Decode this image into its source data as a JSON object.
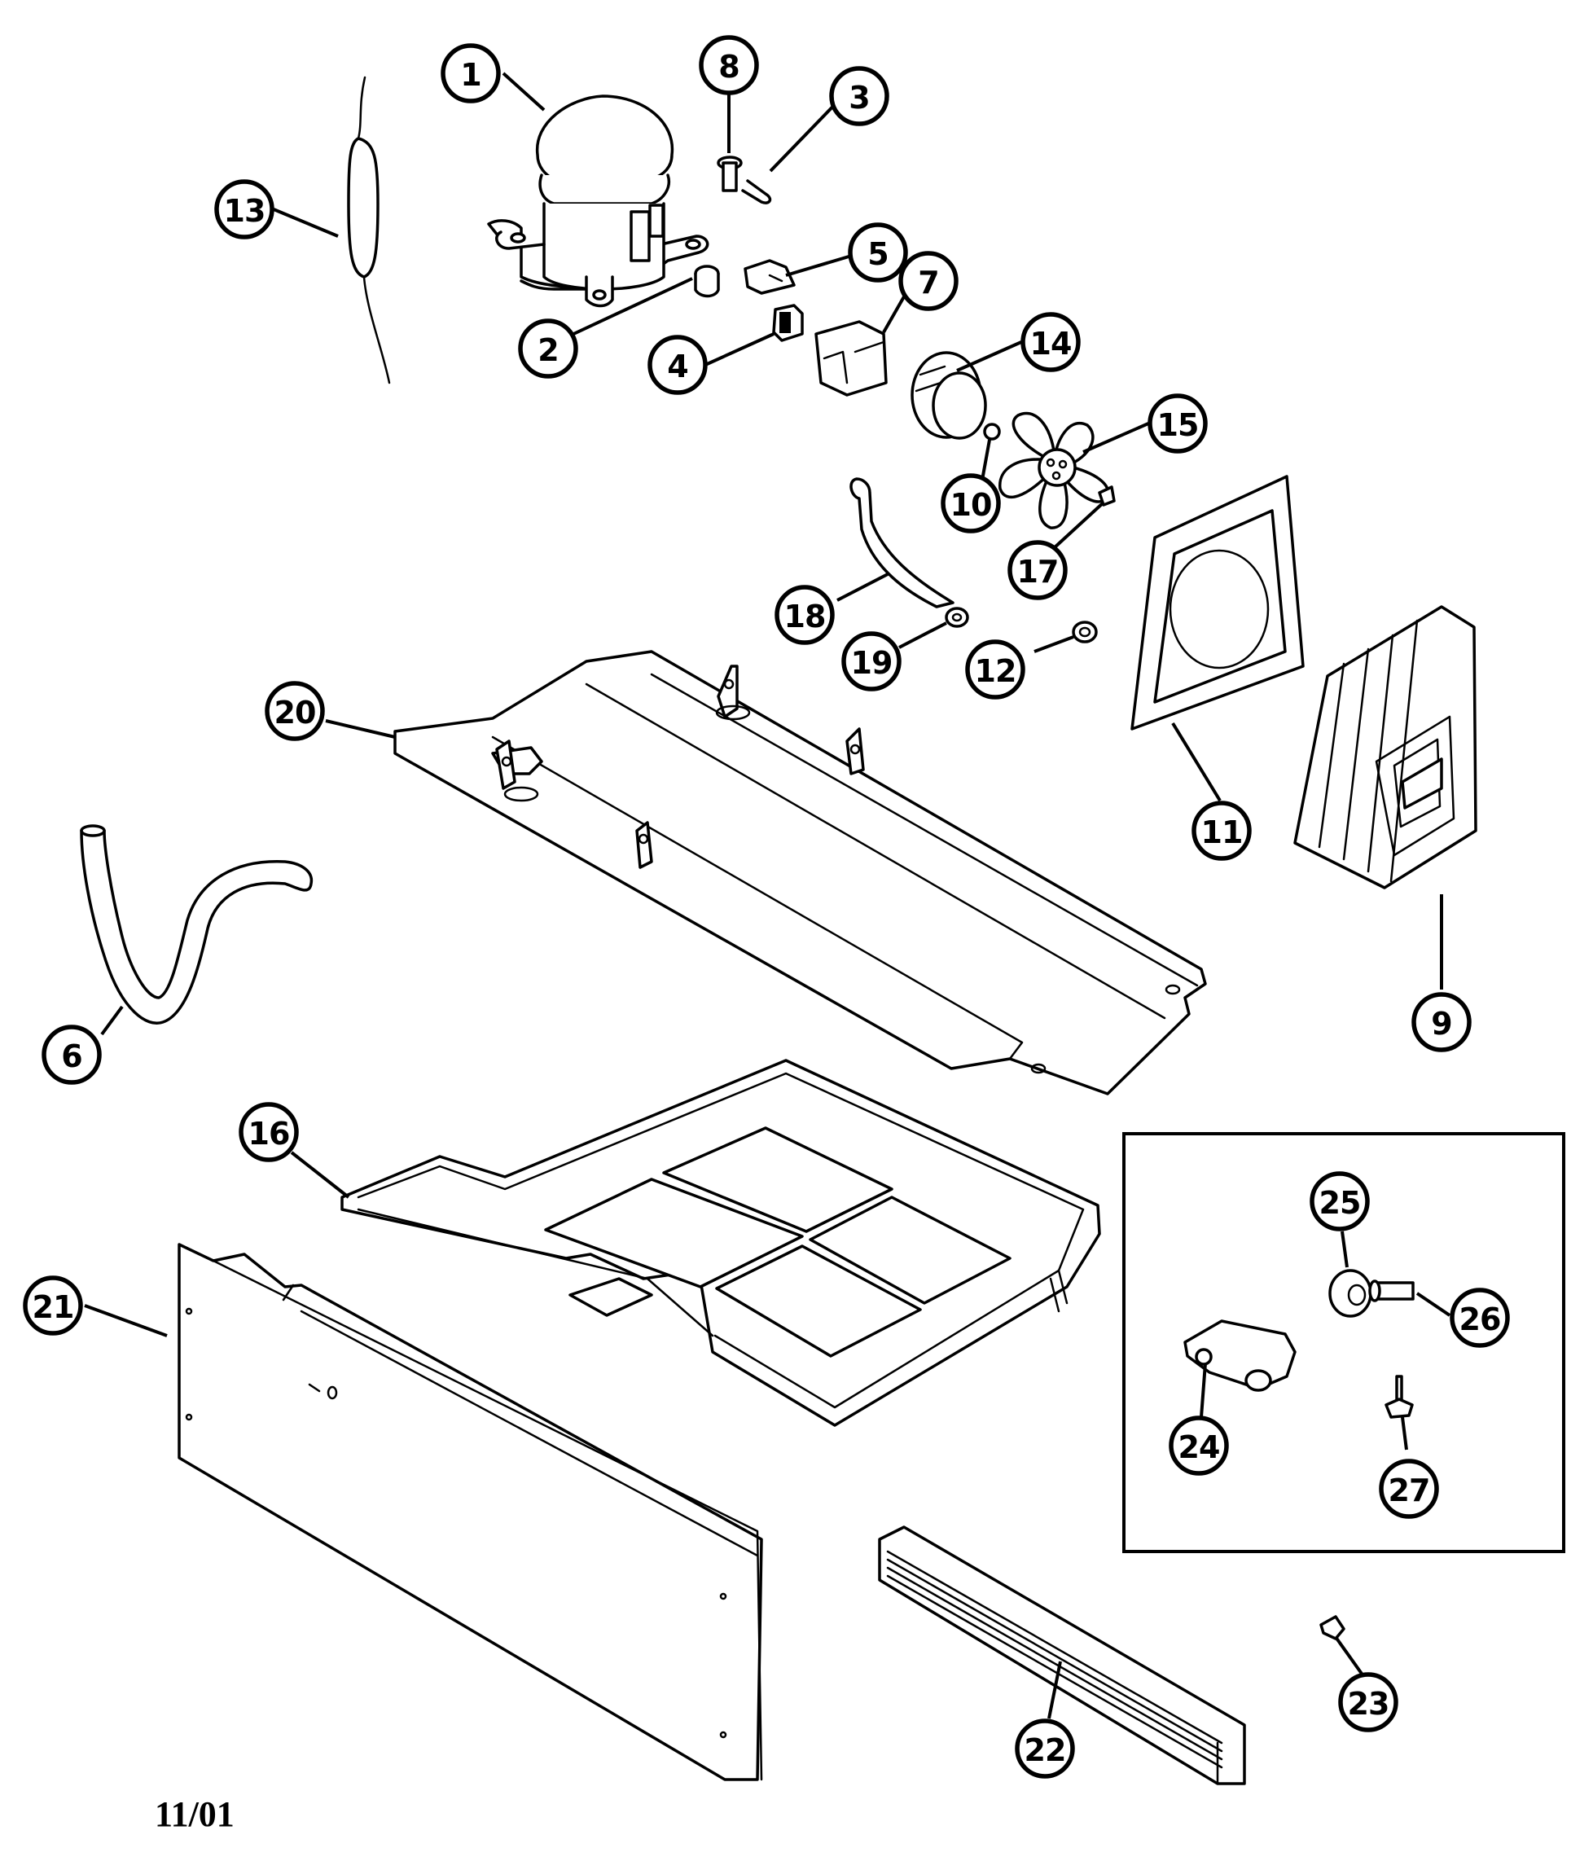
{
  "diagram": {
    "callouts": [
      {
        "id": "1",
        "label": "1"
      },
      {
        "id": "2",
        "label": "2"
      },
      {
        "id": "3",
        "label": "3"
      },
      {
        "id": "4",
        "label": "4"
      },
      {
        "id": "5",
        "label": "5"
      },
      {
        "id": "6",
        "label": "6"
      },
      {
        "id": "7",
        "label": "7"
      },
      {
        "id": "8",
        "label": "8"
      },
      {
        "id": "9",
        "label": "9"
      },
      {
        "id": "10",
        "label": "10"
      },
      {
        "id": "11",
        "label": "11"
      },
      {
        "id": "12",
        "label": "12"
      },
      {
        "id": "13",
        "label": "13"
      },
      {
        "id": "14",
        "label": "14"
      },
      {
        "id": "15",
        "label": "15"
      },
      {
        "id": "16",
        "label": "16"
      },
      {
        "id": "17",
        "label": "17"
      },
      {
        "id": "18",
        "label": "18"
      },
      {
        "id": "19",
        "label": "19"
      },
      {
        "id": "20",
        "label": "20"
      },
      {
        "id": "21",
        "label": "21"
      },
      {
        "id": "22",
        "label": "22"
      },
      {
        "id": "23",
        "label": "23"
      },
      {
        "id": "24",
        "label": "24"
      },
      {
        "id": "25",
        "label": "25"
      },
      {
        "id": "26",
        "label": "26"
      },
      {
        "id": "27",
        "label": "27"
      }
    ],
    "date_code": "11/01"
  }
}
